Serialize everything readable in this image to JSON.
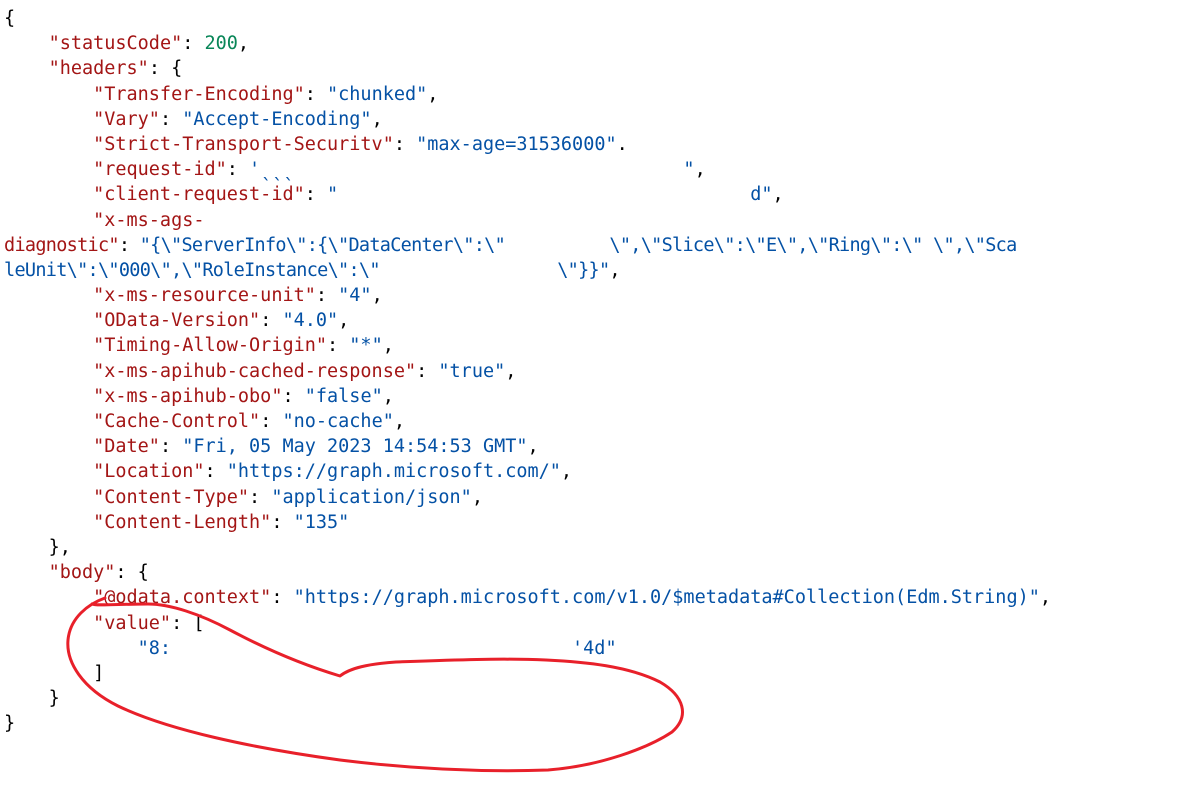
{
  "json_view": {
    "open_brace": "{",
    "status_code": {
      "key": "\"statusCode\"",
      "value": "200"
    },
    "headers_key": "\"headers\"",
    "headers": [
      {
        "key": "\"Transfer-Encoding\"",
        "value": "\"chunked\""
      },
      {
        "key": "\"Vary\"",
        "value": "\"Accept-Encoding\""
      },
      {
        "key": "\"Strict-Transport-Securitv\"",
        "value": "\"max-age=31536000\""
      },
      {
        "key": "\"request-id\"",
        "value": "'ˎˎˎ                                   \""
      },
      {
        "key": "\"client-request-id\"",
        "value": "\"                                     d\""
      }
    ],
    "diagnostic": {
      "key_part1": "\"x-ms-ags-",
      "key_part2": "diagnostic\"",
      "value_line1": "\"{\\\"ServerInfo\\\":{\\\"DataCenter\\\":\\\"          \\\",\\\"Slice\\\":\\\"E\\\",\\\"Ring\\\":\\\" \\\",\\\"Sca",
      "value_line2": "leUnit\\\":\\\"000\\\",\\\"RoleInstance\\\":\\\"                 \\\"}}\""
    },
    "headers_rest": [
      {
        "key": "\"x-ms-resource-unit\"",
        "value": "\"4\""
      },
      {
        "key": "\"OData-Version\"",
        "value": "\"4.0\""
      },
      {
        "key": "\"Timing-Allow-Origin\"",
        "value": "\"*\""
      },
      {
        "key": "\"x-ms-apihub-cached-response\"",
        "value": "\"true\""
      },
      {
        "key": "\"x-ms-apihub-obo\"",
        "value": "\"false\""
      },
      {
        "key": "\"Cache-Control\"",
        "value": "\"no-cache\""
      },
      {
        "key": "\"Date\"",
        "value": "\"Fri, 05 May 2023 14:54:53 GMT\""
      },
      {
        "key": "\"Location\"",
        "value": "\"https://graph.microsoft.com/\""
      },
      {
        "key": "\"Content-Type\"",
        "value": "\"application/json\""
      },
      {
        "key": "\"Content-Length\"",
        "value": "\"135\""
      }
    ],
    "headers_close": "},",
    "body_key": "\"body\"",
    "odata_context": {
      "key": "\"@odata.context\"",
      "value": "\"https://graph.microsoft.com/v1.0/$metadata#Collection(Edm.String)\""
    },
    "value_key": "\"value\"",
    "value_item": "\"8:                                    '4d\"",
    "array_close": "]",
    "body_close": "}",
    "close_brace": "}"
  },
  "annotation": {
    "color": "#e8202a"
  }
}
